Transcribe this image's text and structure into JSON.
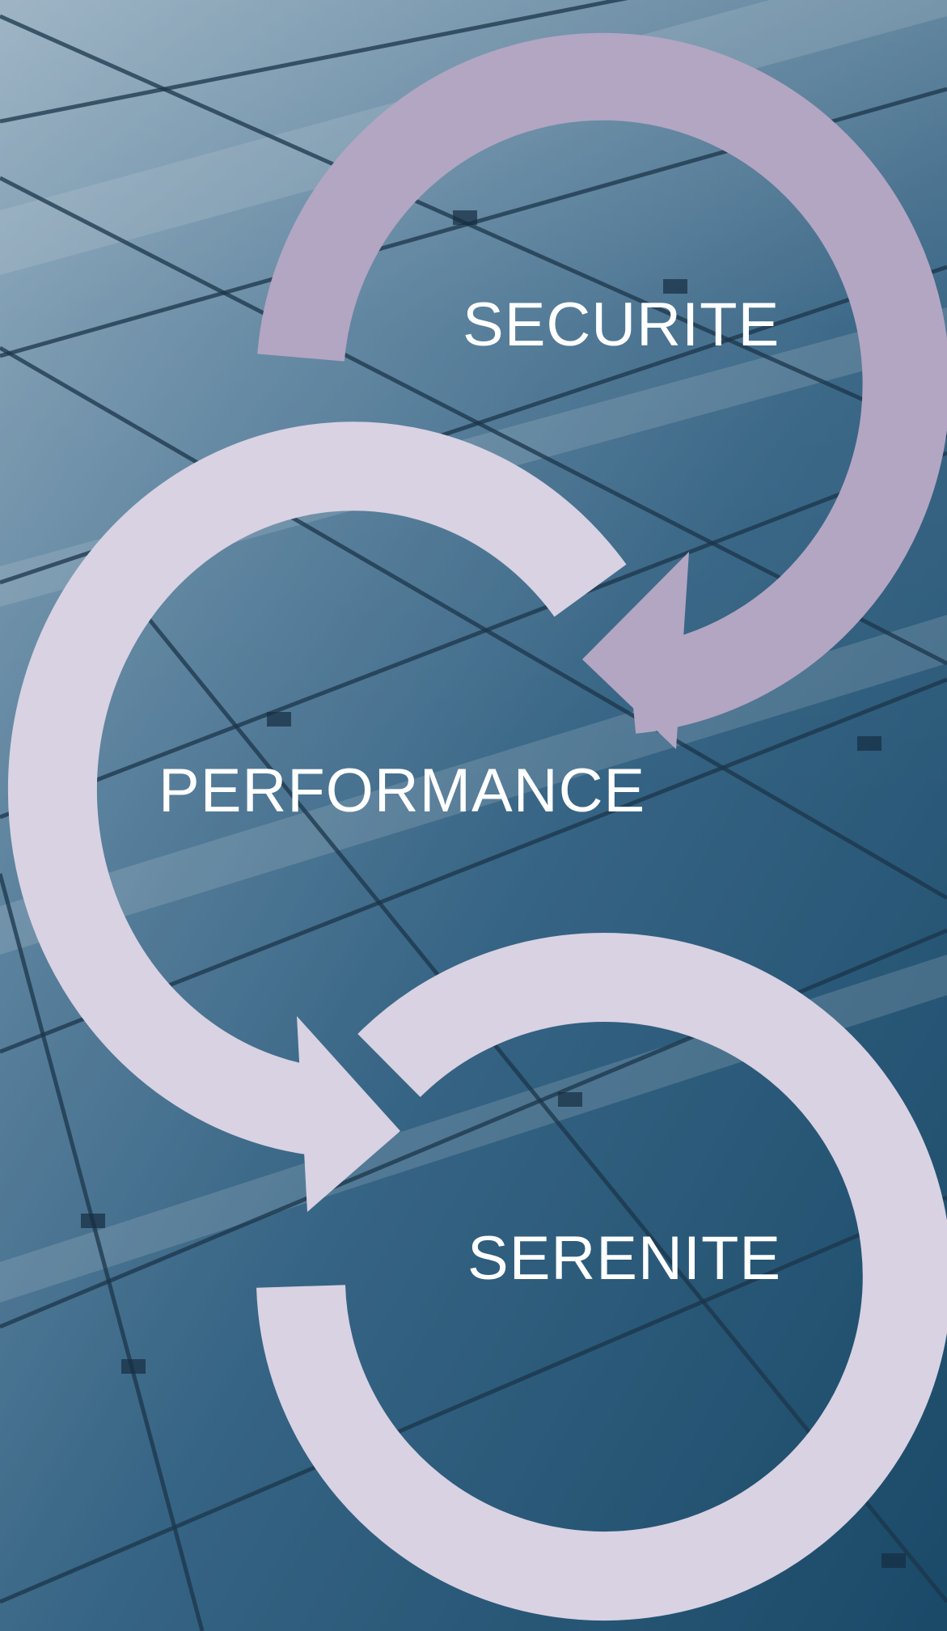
{
  "diagram": {
    "stages": [
      {
        "label": "SECURITE",
        "color": "#b3a6c2"
      },
      {
        "label": "PERFORMANCE",
        "color": "#d8d2e2"
      },
      {
        "label": "SERENITE",
        "color": "#d8d2e2"
      }
    ]
  },
  "background": {
    "icon": "glass-facade-photo",
    "colors": {
      "light": "#a9c0d0",
      "mid": "#4f7a97",
      "dark": "#1b4a68"
    }
  }
}
